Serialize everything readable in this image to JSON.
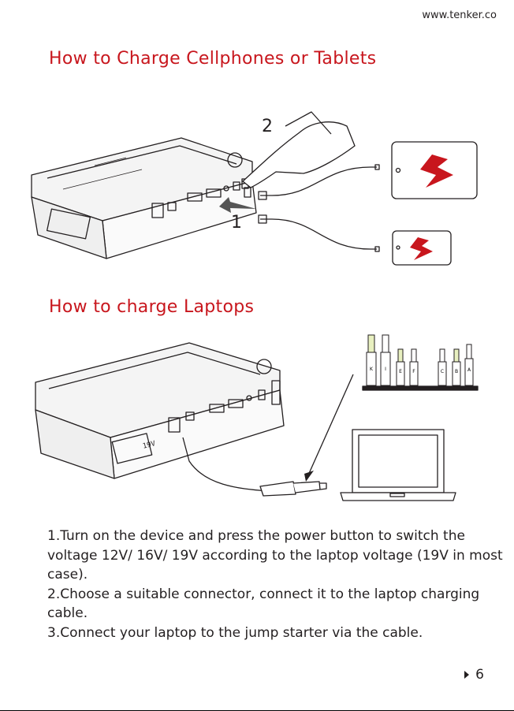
{
  "header": {
    "url": "www.tenker.co"
  },
  "section1": {
    "title": "How to Charge Cellphones or Tablets",
    "step_one": "1",
    "step_two": "2"
  },
  "section2": {
    "title": "How to charge Laptops",
    "screen_label": "19V"
  },
  "instructions": [
    "1.Turn on the device and press the power button to switch the voltage 12V/ 16V/ 19V according to the laptop voltage (19V in most case).",
    "2.Choose a suitable connector, connect it to the laptop charging cable.",
    "3.Connect your laptop to the jump starter via the cable."
  ],
  "connector_tips": [
    "K",
    "I",
    "E",
    "F",
    "C",
    "B",
    "A"
  ],
  "footer": {
    "page": "6"
  },
  "colors": {
    "accent": "#c8161d",
    "text": "#231f20"
  }
}
